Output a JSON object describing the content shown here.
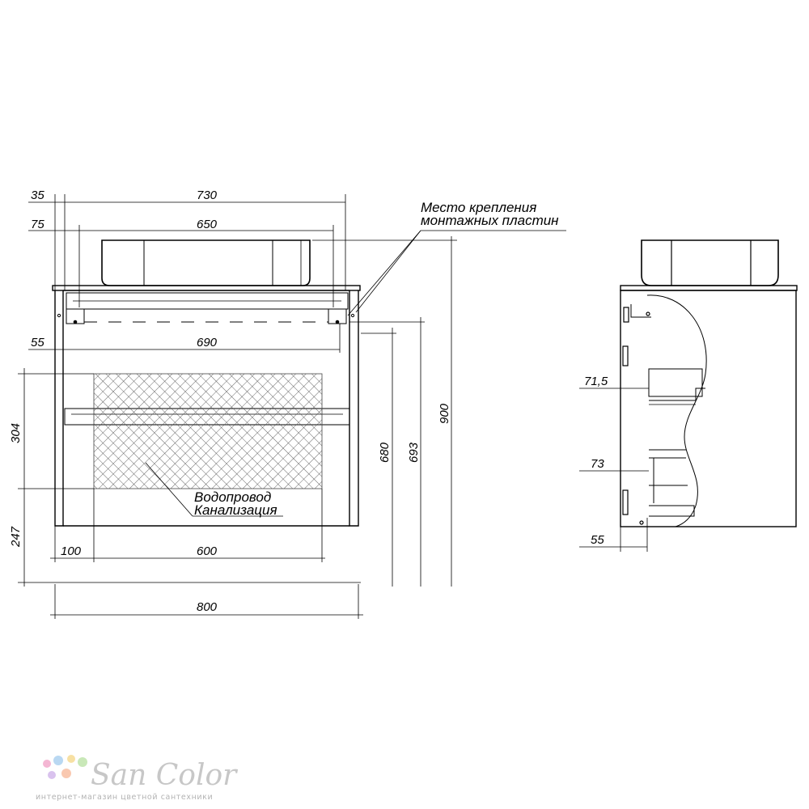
{
  "front_view": {
    "dims": {
      "top_offset": "35",
      "top_width": "730",
      "basin_offset": "75",
      "basin_width": "650",
      "plate_offset": "55",
      "plate_width": "690",
      "height_upper": "304",
      "height_lower": "247",
      "height_680": "680",
      "height_693": "693",
      "height_total": "900",
      "pipe_offset": "100",
      "pipe_width": "600",
      "total_width": "800"
    },
    "mount_label_line1": "Место крепления",
    "mount_label_line2": "монтажных пластин",
    "pipes_label_line1": "Водопровод",
    "pipes_label_line2": "Канализация"
  },
  "side_view": {
    "dims": {
      "drawer_top": "71,5",
      "drawer_bottom": "73",
      "base": "55"
    }
  },
  "watermark": {
    "brand": "San Color",
    "tagline": "интернет-магазин цветной сантехники",
    "dot_colors": [
      "#f4b6d3",
      "#b9d8f2",
      "#f7e0a3",
      "#c9e8b8",
      "#d9c2ee",
      "#f9c8b0"
    ]
  }
}
